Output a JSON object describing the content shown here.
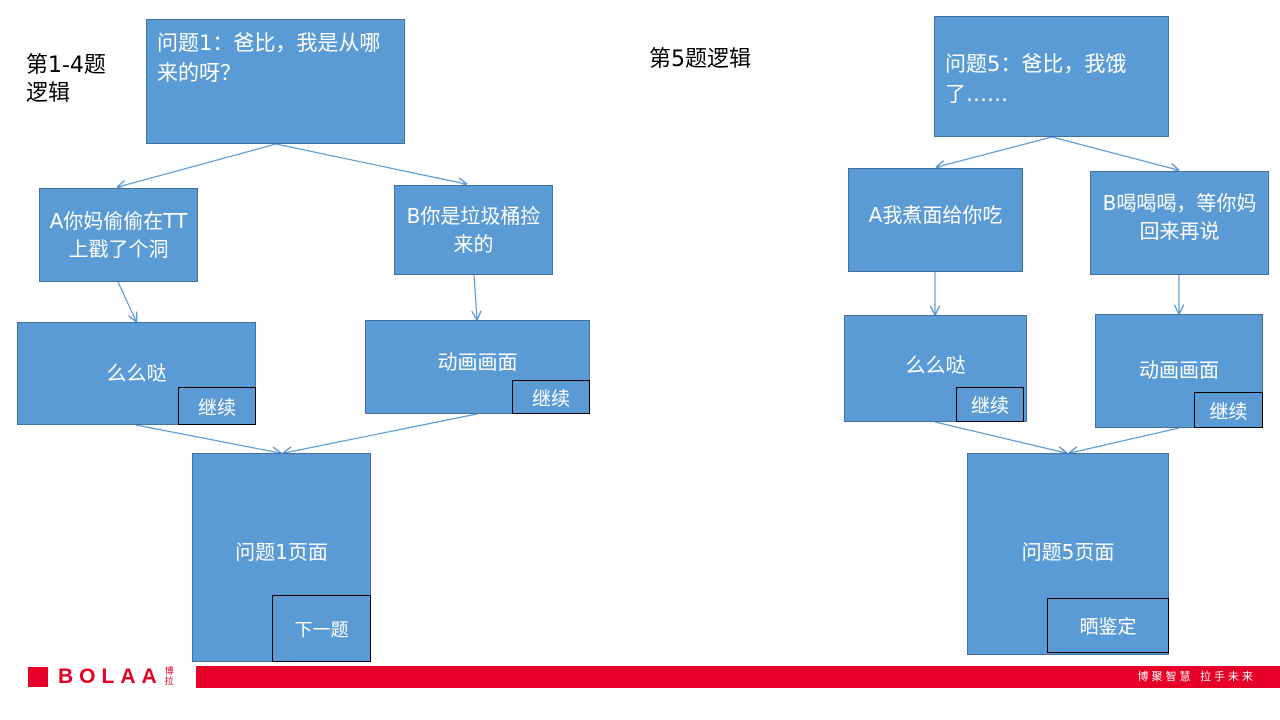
{
  "left": {
    "title": "第1-4题逻辑",
    "question": "问题1：爸比，我是从哪来的呀？",
    "option_a": "A你妈偷偷在TT上戳了个洞",
    "option_b": "B你是垃圾桶捡来的",
    "result_a": "么么哒",
    "result_a_button": "继续",
    "result_b": "动画画面",
    "result_b_button": "继续",
    "page": "问题1页面",
    "page_button": "下一题"
  },
  "right": {
    "title": "第5题逻辑",
    "question": "问题5：爸比，我饿了……",
    "option_a": "A我煮面给你吃",
    "option_b": "B喝喝喝，等你妈回来再说",
    "result_a": "么么哒",
    "result_a_button": "继续",
    "result_b": "动画画面",
    "result_b_button": "继续",
    "page": "问题5页面",
    "page_button": "晒鉴定"
  },
  "footer": {
    "logo": "BOLAA",
    "logo_sub": "博拉",
    "slogan": "博聚智慧 拉手未来"
  },
  "colors": {
    "box_fill": "#5b9bd5",
    "connector": "#5b9bd5",
    "brand_red": "#e60027"
  }
}
